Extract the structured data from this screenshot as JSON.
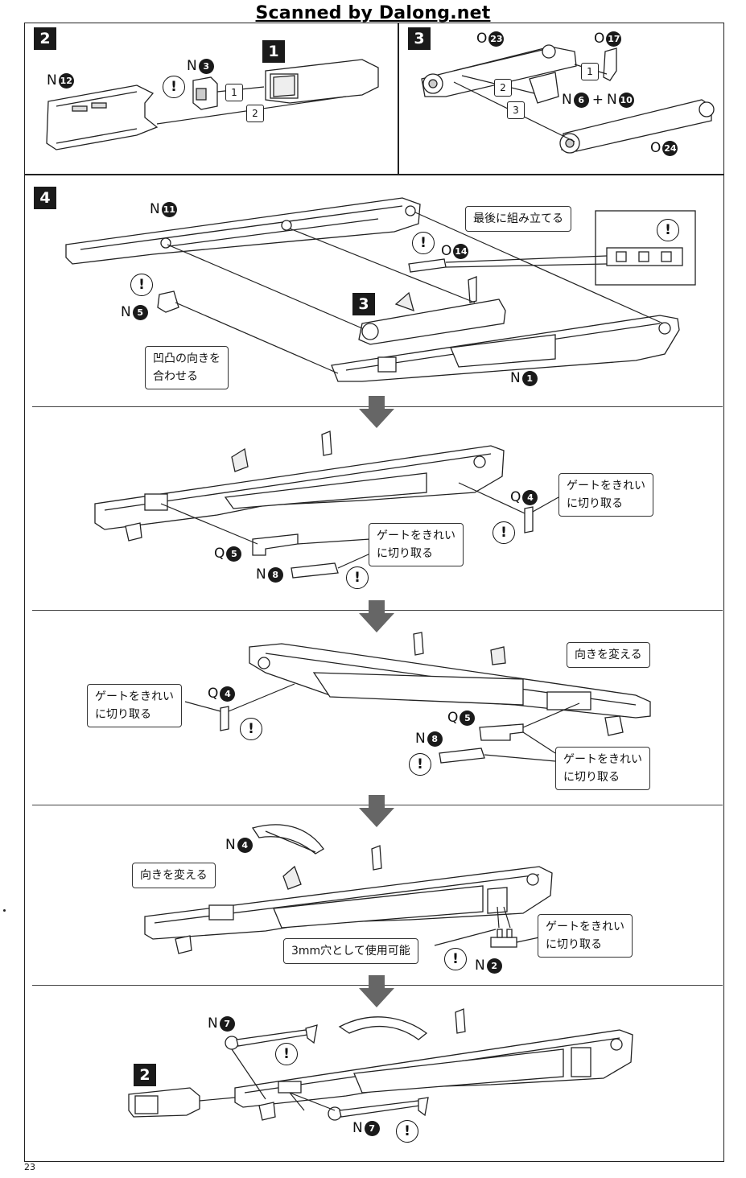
{
  "watermark": "Scanned by Dalong.net",
  "page_number": "23",
  "steps": {
    "s2": {
      "badge": "2",
      "part_n12": {
        "letter": "N",
        "num": "12"
      },
      "part_n3": {
        "letter": "N",
        "num": "3"
      },
      "ref_step": "1",
      "seq1": "1",
      "seq2": "2",
      "warn": "!"
    },
    "s3": {
      "badge": "3",
      "part_o23": {
        "letter": "O",
        "num": "23"
      },
      "part_o17": {
        "letter": "O",
        "num": "17"
      },
      "part_n6": {
        "letter": "N",
        "num": "6"
      },
      "plus": "+",
      "part_n10": {
        "letter": "N",
        "num": "10"
      },
      "part_o24": {
        "letter": "O",
        "num": "24"
      },
      "seq1": "1",
      "seq2": "2",
      "seq3": "3"
    },
    "s4": {
      "badge": "4",
      "part_n11": {
        "letter": "N",
        "num": "11"
      },
      "part_n5": {
        "letter": "N",
        "num": "5"
      },
      "part_o14": {
        "letter": "O",
        "num": "14"
      },
      "part_n1": {
        "letter": "N",
        "num": "1"
      },
      "ref_step": "3",
      "callout_last": "最後に組み立てる",
      "callout_align": "凹凸の向きを\n合わせる"
    },
    "s4b": {
      "part_q4": {
        "letter": "Q",
        "num": "4"
      },
      "part_q5": {
        "letter": "Q",
        "num": "5"
      },
      "part_n8": {
        "letter": "N",
        "num": "8"
      },
      "callout_gate1": "ゲートをきれい\nに切り取る",
      "callout_gate2": "ゲートをきれい\nに切り取る"
    },
    "s4c": {
      "part_q4": {
        "letter": "Q",
        "num": "4"
      },
      "part_q5": {
        "letter": "Q",
        "num": "5"
      },
      "part_n8": {
        "letter": "N",
        "num": "8"
      },
      "callout_turn": "向きを変える",
      "callout_gate1": "ゲートをきれい\nに切り取る",
      "callout_gate2": "ゲートをきれい\nに切り取る"
    },
    "s4d": {
      "part_n4": {
        "letter": "N",
        "num": "4"
      },
      "part_n2": {
        "letter": "N",
        "num": "2"
      },
      "callout_turn": "向きを変える",
      "callout_hole": "3mm穴として使用可能",
      "callout_gate": "ゲートをきれい\nに切り取る"
    },
    "s4e": {
      "part_n7a": {
        "letter": "N",
        "num": "7"
      },
      "part_n7b": {
        "letter": "N",
        "num": "7"
      },
      "ref_step": "2"
    }
  }
}
